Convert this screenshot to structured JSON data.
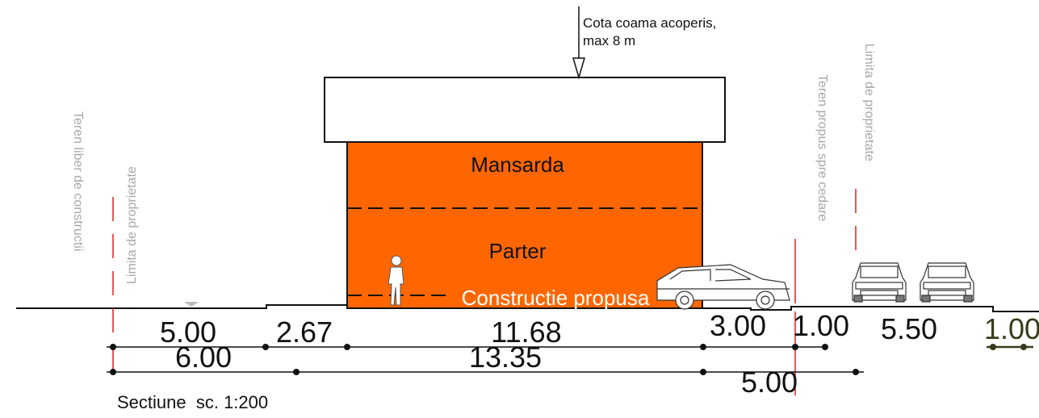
{
  "ridge_note": {
    "line1": "Cota coama acoperis,",
    "line2": "max 8 m"
  },
  "floors": {
    "upper": "Mansarda",
    "ground": "Parter",
    "proposed": "Constructie propusa"
  },
  "vertical_labels": {
    "free_land": "Teren liber de constructii",
    "property_limit_left": "Limita de proprietate",
    "ceded_land": "Teren propus spre cedare",
    "property_limit_right": "Limita de proprietate"
  },
  "dimensions": {
    "row1": [
      "5.00",
      "2.67",
      "11.68",
      "3.00",
      "1.00",
      "5.50",
      "1.00"
    ],
    "row2": [
      "6.00",
      "13.35",
      "5.00"
    ]
  },
  "caption": "Sectiune  sc. 1:200",
  "colors": {
    "building_fill": "#ff6600",
    "property_line": "#e02020",
    "label_gray": "#a8a8a8",
    "last_dim": "#3a3a1a"
  }
}
